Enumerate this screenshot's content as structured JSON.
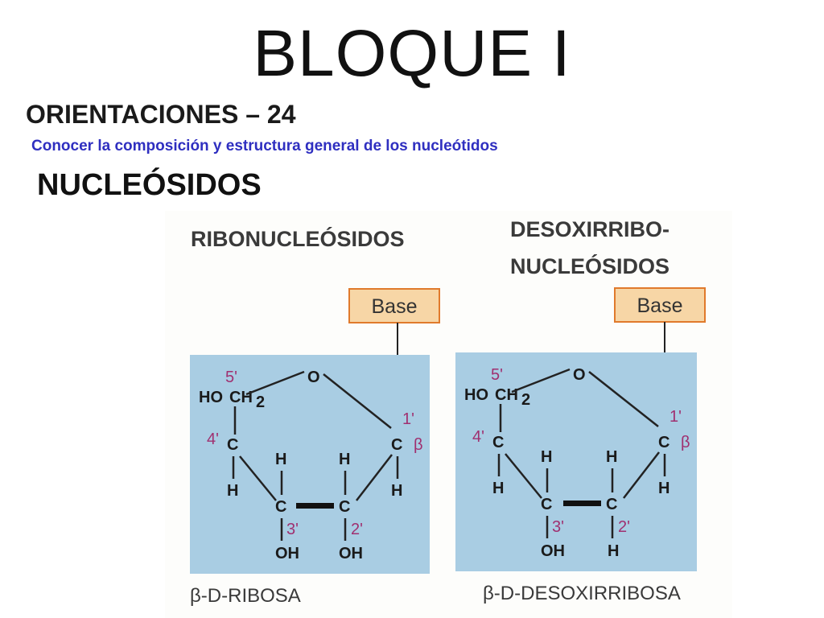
{
  "slide": {
    "title": "BLOQUE I",
    "subheading": "ORIENTACIONES – 24",
    "objective": "Conocer la composición y estructura general de los nucleótidos",
    "section": "NUCLEÓSIDOS"
  },
  "figure": {
    "left_panel": {
      "heading": "RIBONUCLEÓSIDOS",
      "base_label": "Base",
      "group_ho": "HO",
      "group_ch2": "CH",
      "group_ch2_sub": "2",
      "ring_o": "O",
      "pos_5": "5'",
      "pos_4": "4'",
      "pos_3": "3'",
      "pos_2": "2'",
      "pos_1": "1'",
      "beta": "β",
      "c4": "C",
      "c3": "C",
      "c2": "C",
      "c1": "C",
      "h4": "H",
      "h3_top": "H",
      "h2_top": "H",
      "h1": "H",
      "c3_sub": "OH",
      "c2_sub": "OH",
      "caption": "β-D-RIBOSA"
    },
    "right_panel": {
      "heading_line1": "DESOXIRRIBO-",
      "heading_line2": "NUCLEÓSIDOS",
      "base_label": "Base",
      "group_ho": "HO",
      "group_ch2": "CH",
      "group_ch2_sub": "2",
      "ring_o": "O",
      "pos_5": "5'",
      "pos_4": "4'",
      "pos_3": "3'",
      "pos_2": "2'",
      "pos_1": "1'",
      "beta": "β",
      "c4": "C",
      "c3": "C",
      "c2": "C",
      "c1": "C",
      "h4": "H",
      "h3_top": "H",
      "h2_top": "H",
      "h1": "H",
      "c3_sub": "OH",
      "c2_sub": "H",
      "caption": "β-D-DESOXIRRIBOSA"
    },
    "colors": {
      "panel_fill": "#a9cde3",
      "base_box_fill": "#f7d6a6",
      "base_box_border": "#e07a2c",
      "position_numbers": "#a03070",
      "heading_text": "#3a3a3a"
    }
  }
}
